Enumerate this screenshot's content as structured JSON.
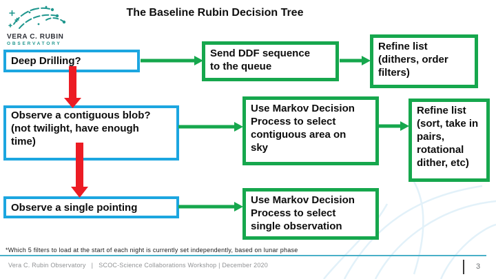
{
  "slide": {
    "title": "The Baseline Rubin Decision Tree",
    "footnote": "*Which 5 filters to load at the start of each night is currently set independently, based on lunar phase",
    "footer": "Vera C. Rubin Observatory   |   SCOC-Science Collaborations Workshop | December 2020",
    "page_number": "3"
  },
  "logo": {
    "title": "VERA C. RUBIN",
    "subtitle": "OBSERVATORY"
  },
  "flowchart": {
    "row1": {
      "decision": "Deep Drilling?",
      "action": "Send DDF sequence\nto the queue",
      "refine": "Refine list\n(dithers, order\nfilters)"
    },
    "row2": {
      "decision": "Observe a contiguous blob?\n(not twilight, have enough\ntime)",
      "action": "Use Markov Decision\nProcess to select\ncontiguous area on\nsky",
      "refine": "Refine list\n(sort, take in\npairs,\nrotational\ndither, etc)"
    },
    "row3": {
      "decision": "Observe a single pointing",
      "action": "Use Markov Decision\nProcess to select\nsingle observation"
    }
  },
  "colors": {
    "decision_border_blue": "#1CA6E0",
    "process_border_green": "#16A74D",
    "arrow_green": "#16A74D",
    "arrow_red": "#EC1C24",
    "footer_line_teal": "#49B0C8",
    "logo_teal": "#1E968D"
  }
}
